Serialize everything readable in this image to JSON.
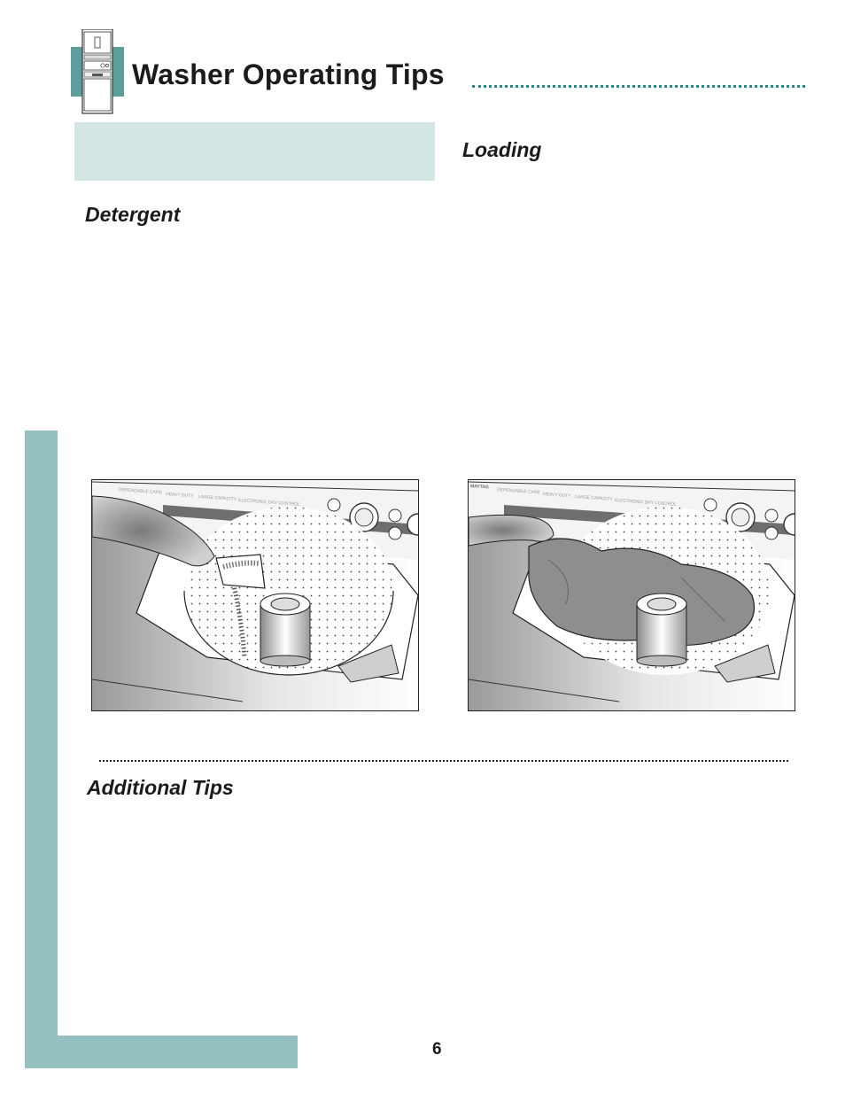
{
  "header": {
    "title": "Washer Operating Tips",
    "icon": "washer-dryer-icon",
    "accent_color": "#1f8a8a"
  },
  "sections": {
    "loading": {
      "heading": "Loading"
    },
    "detergent": {
      "heading": "Detergent"
    },
    "additional_tips": {
      "heading": "Additional Tips"
    }
  },
  "illustrations": {
    "detergent": {
      "panel_labels": [
        "DEPENDABLE CARE",
        "HEAVY DUTY",
        "LARGE CAPACITY",
        "ELECTRONIC DRY CONTROL"
      ]
    },
    "loading": {
      "brand": "MAYTAG",
      "panel_labels": [
        "DEPENDABLE CARE",
        "HEAVY DUTY",
        "LARGE CAPACITY",
        "ELECTRONIC DRY CONTROL"
      ]
    }
  },
  "colors": {
    "teal_bar": "#94c1bf",
    "teal_box": "#d2e6e5"
  },
  "footer": {
    "page_number": "6"
  }
}
